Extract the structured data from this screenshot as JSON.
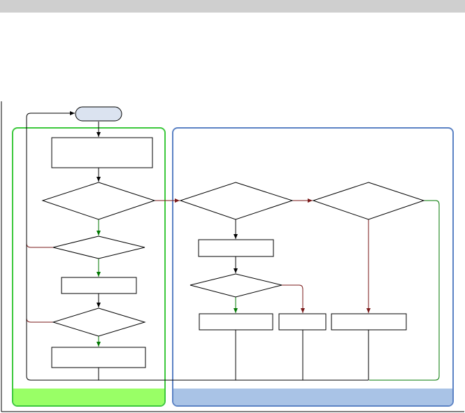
{
  "colors": {
    "header_bar": "#cfcfcf",
    "left_lane_border": "#3cc83c",
    "left_lane_footer": "#99ff66",
    "right_lane_border": "#5b82c4",
    "right_lane_footer": "#a9c3e6",
    "start_fill": "#dbe3f0",
    "arrow_default": "#000000",
    "arrow_yes": "#007700",
    "arrow_no": "#7a1a1a"
  },
  "diagram": {
    "start_label": "",
    "lanes": [
      {
        "id": "left",
        "title": ""
      },
      {
        "id": "right",
        "title": ""
      }
    ],
    "nodes": [
      {
        "id": "start",
        "kind": "terminal",
        "label": ""
      },
      {
        "id": "p1",
        "kind": "process",
        "label": ""
      },
      {
        "id": "d1",
        "kind": "decision",
        "label": ""
      },
      {
        "id": "d2",
        "kind": "decision",
        "label": ""
      },
      {
        "id": "p2",
        "kind": "process",
        "label": ""
      },
      {
        "id": "d3",
        "kind": "decision",
        "label": ""
      },
      {
        "id": "p3",
        "kind": "process",
        "label": ""
      },
      {
        "id": "d4",
        "kind": "decision",
        "label": ""
      },
      {
        "id": "p4",
        "kind": "process",
        "label": ""
      },
      {
        "id": "d5",
        "kind": "decision",
        "label": ""
      },
      {
        "id": "p5",
        "kind": "process",
        "label": ""
      },
      {
        "id": "p6",
        "kind": "process",
        "label": ""
      },
      {
        "id": "d6",
        "kind": "decision",
        "label": ""
      },
      {
        "id": "p7",
        "kind": "process",
        "label": ""
      }
    ]
  }
}
